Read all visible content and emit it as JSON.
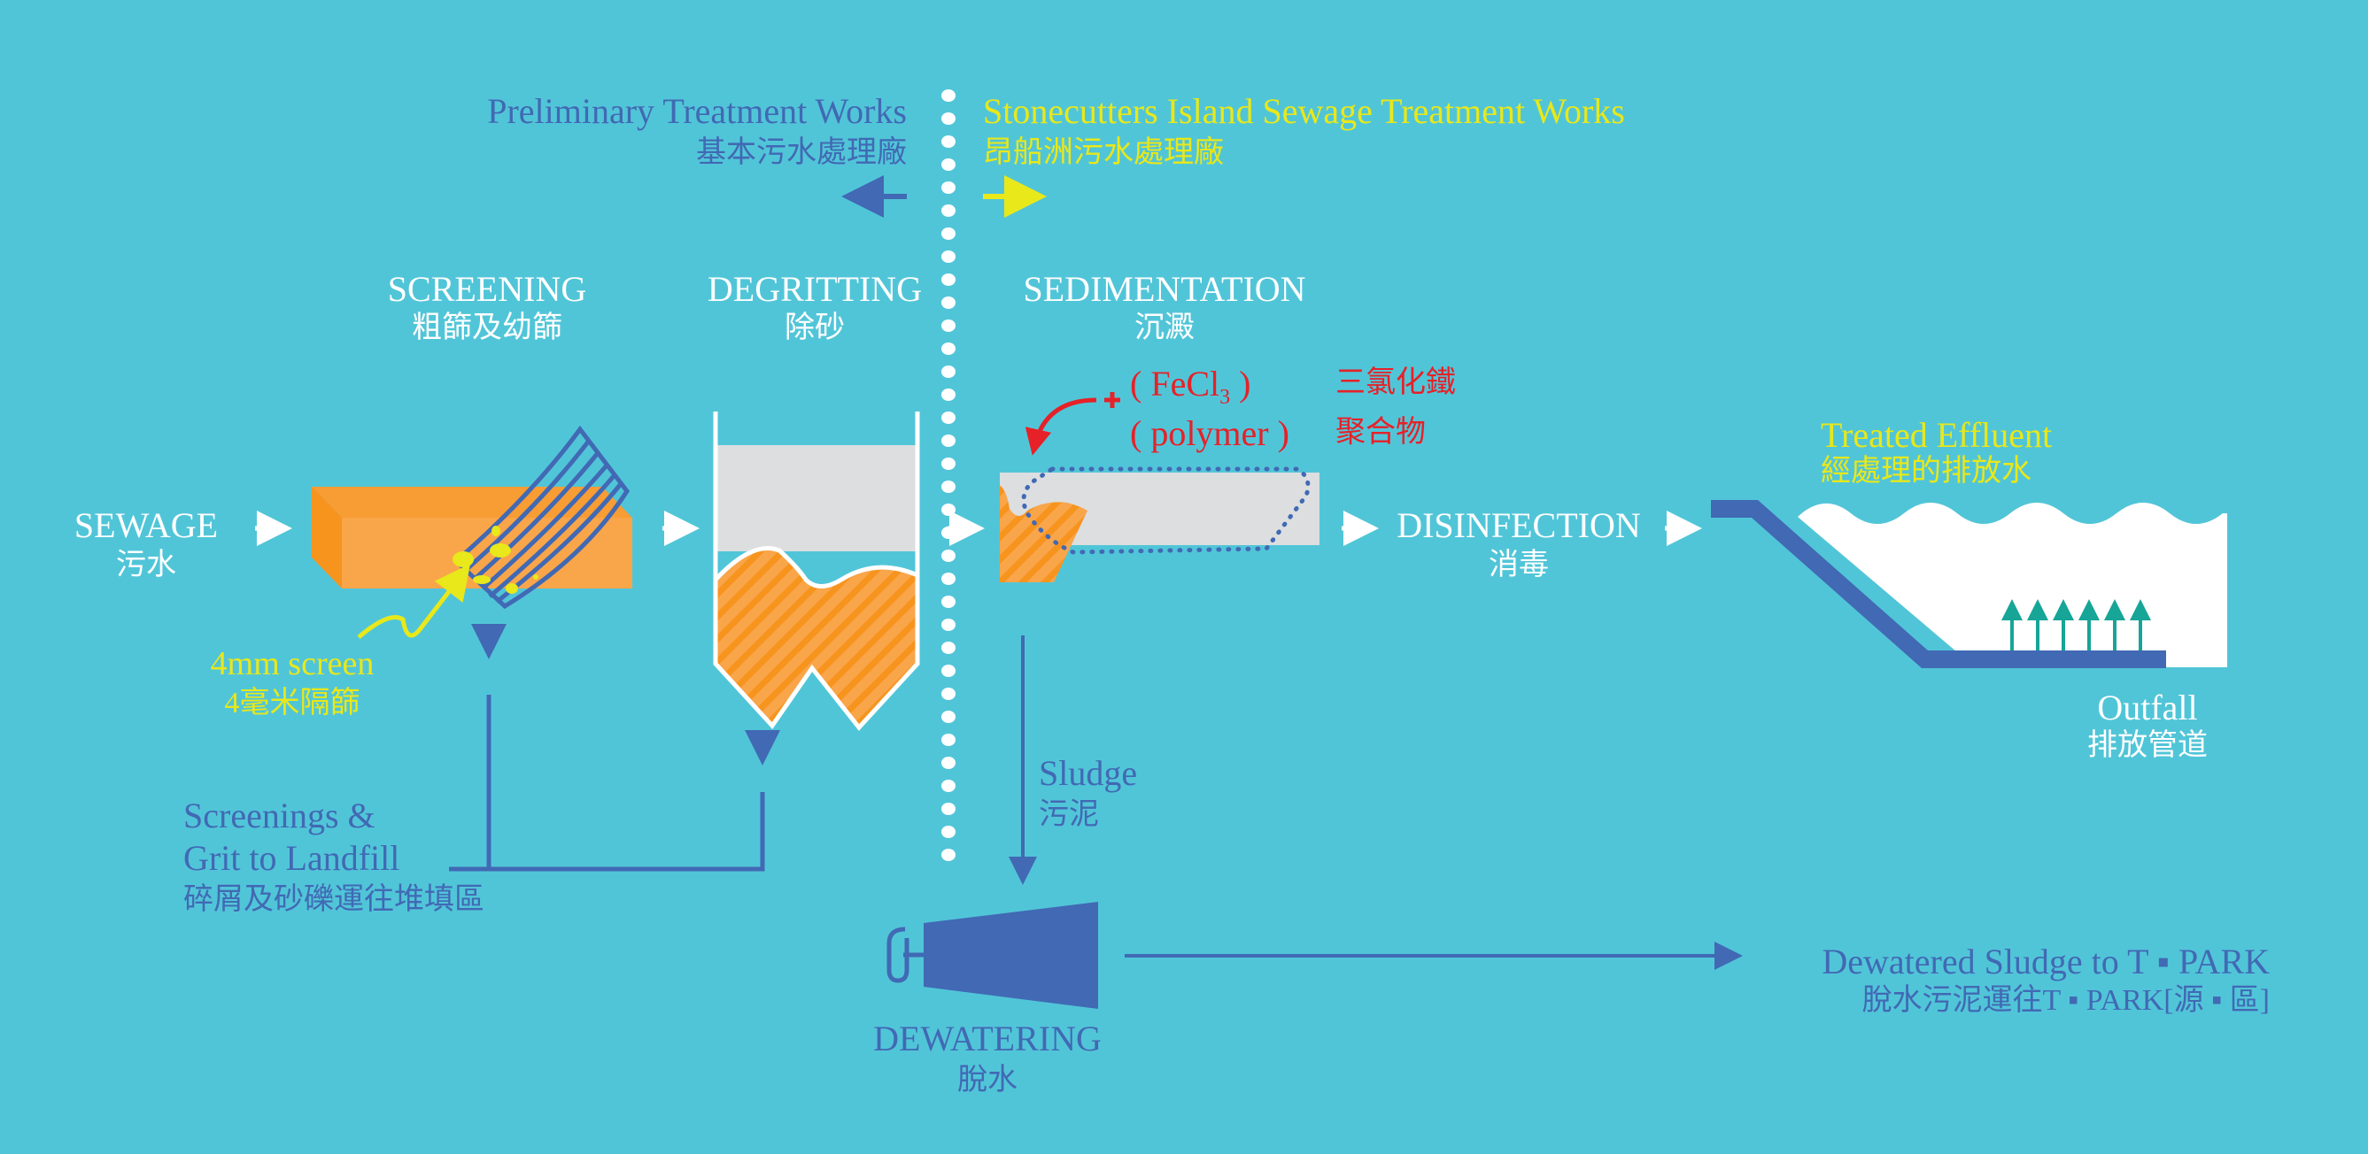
{
  "colors": {
    "background": "#51c5d8",
    "blue": "#4169b4",
    "yellow": "#e8e81a",
    "red": "#e62128",
    "white": "#ffffff",
    "orange_light": "#f9a54a",
    "orange_dark": "#f7941e",
    "grey_tank": "#dcdee0",
    "teal_arrow": "#16a596"
  },
  "sections": {
    "preliminary": {
      "en": "Preliminary Treatment Works",
      "zh": "基本污水處理廠"
    },
    "stonecutters": {
      "en": "Stonecutters Island Sewage Treatment Works",
      "zh": "昂船洲污水處理廠"
    }
  },
  "stages": {
    "sewage": {
      "en": "SEWAGE",
      "zh": "污水"
    },
    "screening": {
      "en": "SCREENING",
      "zh": "粗篩及幼篩"
    },
    "degritting": {
      "en": "DEGRITTING",
      "zh": "除砂"
    },
    "sedimentation": {
      "en": "SEDIMENTATION",
      "zh": "沉澱"
    },
    "disinfection": {
      "en": "DISINFECTION",
      "zh": "消毒"
    },
    "dewatering": {
      "en": "DEWATERING",
      "zh": "脫水"
    }
  },
  "chemicals": {
    "fecl3": {
      "en_main": "( FeCl",
      "en_sub": "3",
      "en_close": " )",
      "zh": "三氯化鐵"
    },
    "polymer": {
      "en": "( polymer )",
      "zh": "聚合物"
    }
  },
  "labels": {
    "screen": {
      "en": "4mm screen",
      "zh": "4毫米隔篩"
    },
    "landfill": {
      "en_line1": "Screenings &",
      "en_line2": "Grit to Landfill",
      "zh": "碎屑及砂礫運往堆填區"
    },
    "sludge": {
      "en": "Sludge",
      "zh": "污泥"
    },
    "effluent": {
      "en": "Treated Effluent",
      "zh": "經處理的排放水"
    },
    "outfall": {
      "en": "Outfall",
      "zh": "排放管道"
    },
    "tpark": {
      "en": "Dewatered Sludge to T ▪ PARK",
      "zh": "脫水污泥運往T ▪ PARK[源 ▪ 區]"
    }
  }
}
